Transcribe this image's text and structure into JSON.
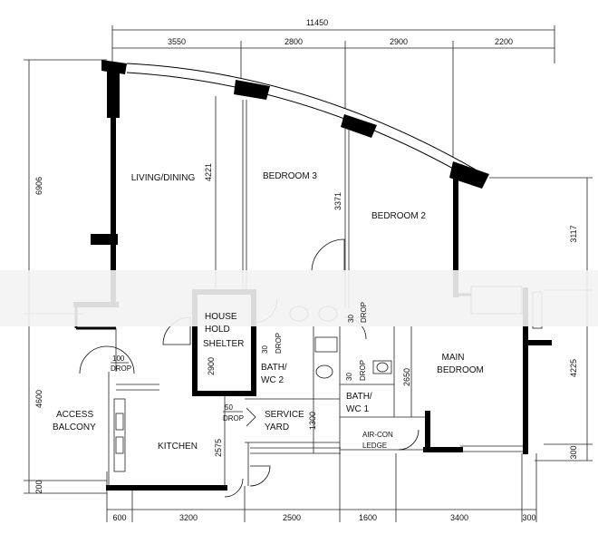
{
  "plan": {
    "dimensions": {
      "overall_top": "11450",
      "top": [
        "3550",
        "2800",
        "2900",
        "2200"
      ],
      "bottom": [
        "600",
        "3200",
        "2500",
        "1600",
        "3400",
        "300"
      ],
      "left": [
        "6906",
        "4600",
        "200"
      ],
      "right": [
        "3117",
        "4225",
        "300"
      ],
      "interior": [
        "4221",
        "3371",
        "2900",
        "2575",
        "1300",
        "2650"
      ]
    },
    "rooms": {
      "living_dining": "LIVING/DINING",
      "bedroom3": "BEDROOM 3",
      "bedroom2": "BEDROOM 2",
      "main_bedroom_1": "MAIN",
      "main_bedroom_2": "BEDROOM",
      "household_1": "HOUSE",
      "household_2": "HOLD",
      "shelter": "SHELTER",
      "bath_wc2_1": "BATH/",
      "bath_wc2_2": "WC 2",
      "bath_wc1_1": "BATH/",
      "bath_wc1_2": "WC 1",
      "service_yard_1": "SERVICE",
      "service_yard_2": "YARD",
      "kitchen": "KITCHEN",
      "access_balcony_1": "ACCESS",
      "access_balcony_2": "BALCONY",
      "aircon_1": "AIR-CON",
      "aircon_2": "LEDGE"
    },
    "drops": {
      "d100": "100",
      "d50": "50",
      "d30a": "30",
      "d30b": "30",
      "d30c": "30",
      "drop": "DROP"
    }
  }
}
